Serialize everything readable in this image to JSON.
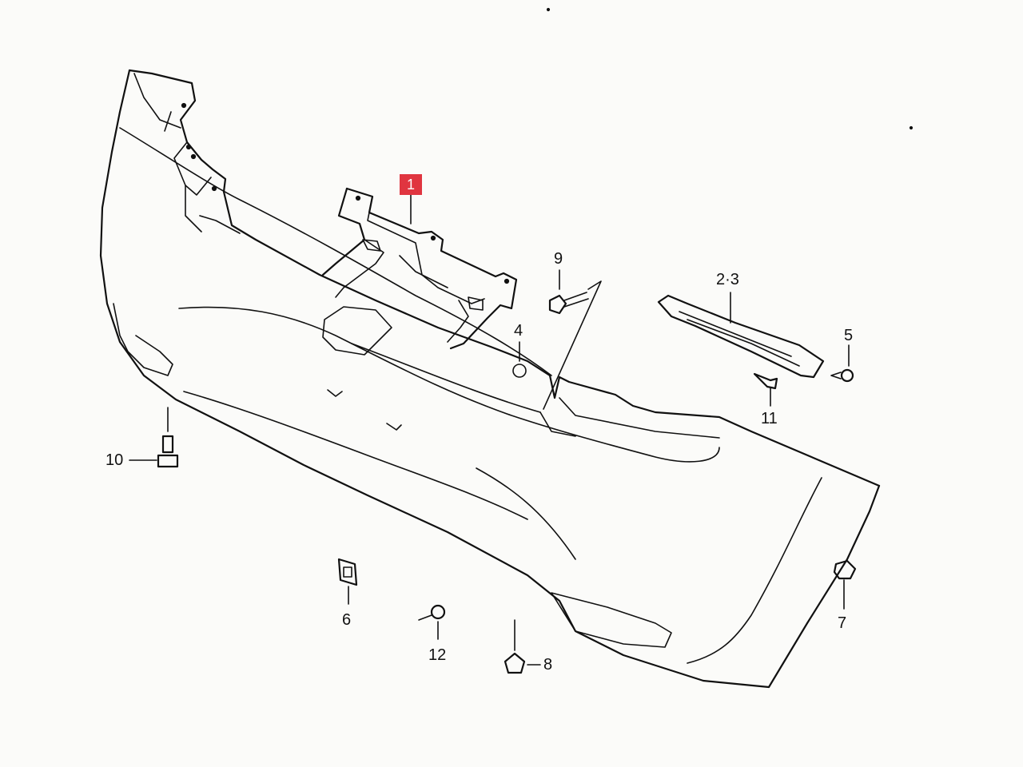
{
  "callouts": {
    "p1": "1",
    "p2_3": "2·3",
    "p4": "4",
    "p5": "5",
    "p6": "6",
    "p7": "7",
    "p8": "8",
    "p9": "9",
    "p10": "10",
    "p11": "11",
    "p12": "12"
  },
  "highlight_color": "#e03540",
  "highlighted_part": "1"
}
